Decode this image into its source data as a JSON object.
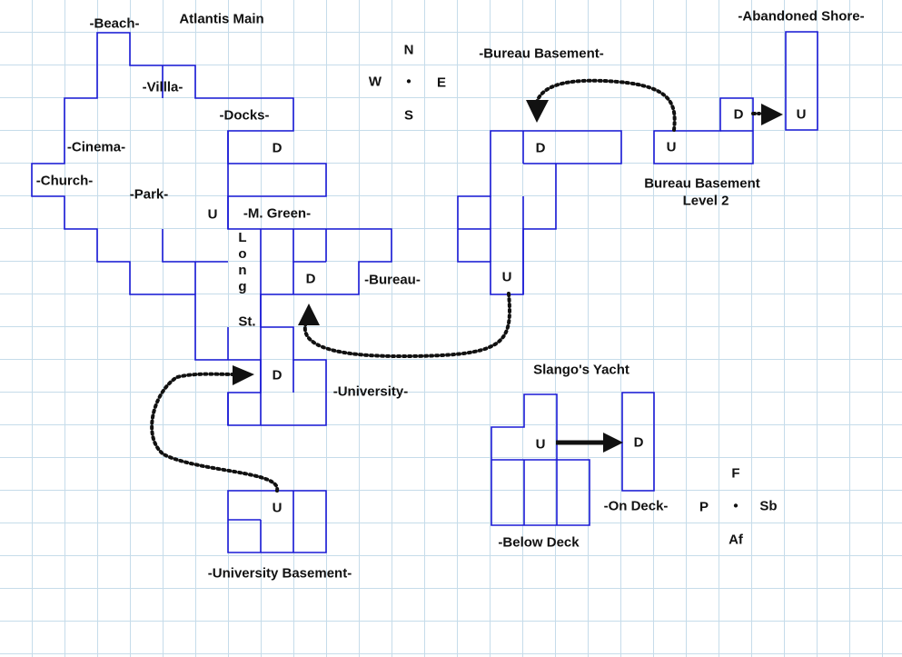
{
  "areas": {
    "atlantis_main": "Atlantis Main",
    "beach": "-Beach-",
    "villa": "-Villla-",
    "docks": "-Docks-",
    "cinema": "-Cinema-",
    "church": "-Church-",
    "park": "-Park-",
    "m_green": "-M. Green-",
    "long_st": [
      "L",
      "o",
      "n",
      "g"
    ],
    "long_st_suffix": "St.",
    "bureau": "-Bureau-",
    "university": "-University-",
    "university_basement": "-University Basement-",
    "bureau_basement": "-Bureau Basement-",
    "bureau_basement_level2": [
      "Bureau Basement",
      "Level 2"
    ],
    "abandoned_shore": "-Abandoned Shore-",
    "slangos_yacht": "Slango's Yacht",
    "on_deck": "-On Deck-",
    "below_deck": "-Below Deck"
  },
  "stairs": {
    "up": "U",
    "down": "D"
  },
  "compass_main": {
    "north": "N",
    "south": "S",
    "west": "W",
    "east": "E",
    "center": "•"
  },
  "compass_ship": {
    "fore": "F",
    "aft": "Af",
    "port": "P",
    "starboard": "Sb",
    "center": "•"
  },
  "colors": {
    "wall": "#1a1ad6",
    "grid": "#c6dcea",
    "text": "#111111",
    "path": "#111111"
  }
}
